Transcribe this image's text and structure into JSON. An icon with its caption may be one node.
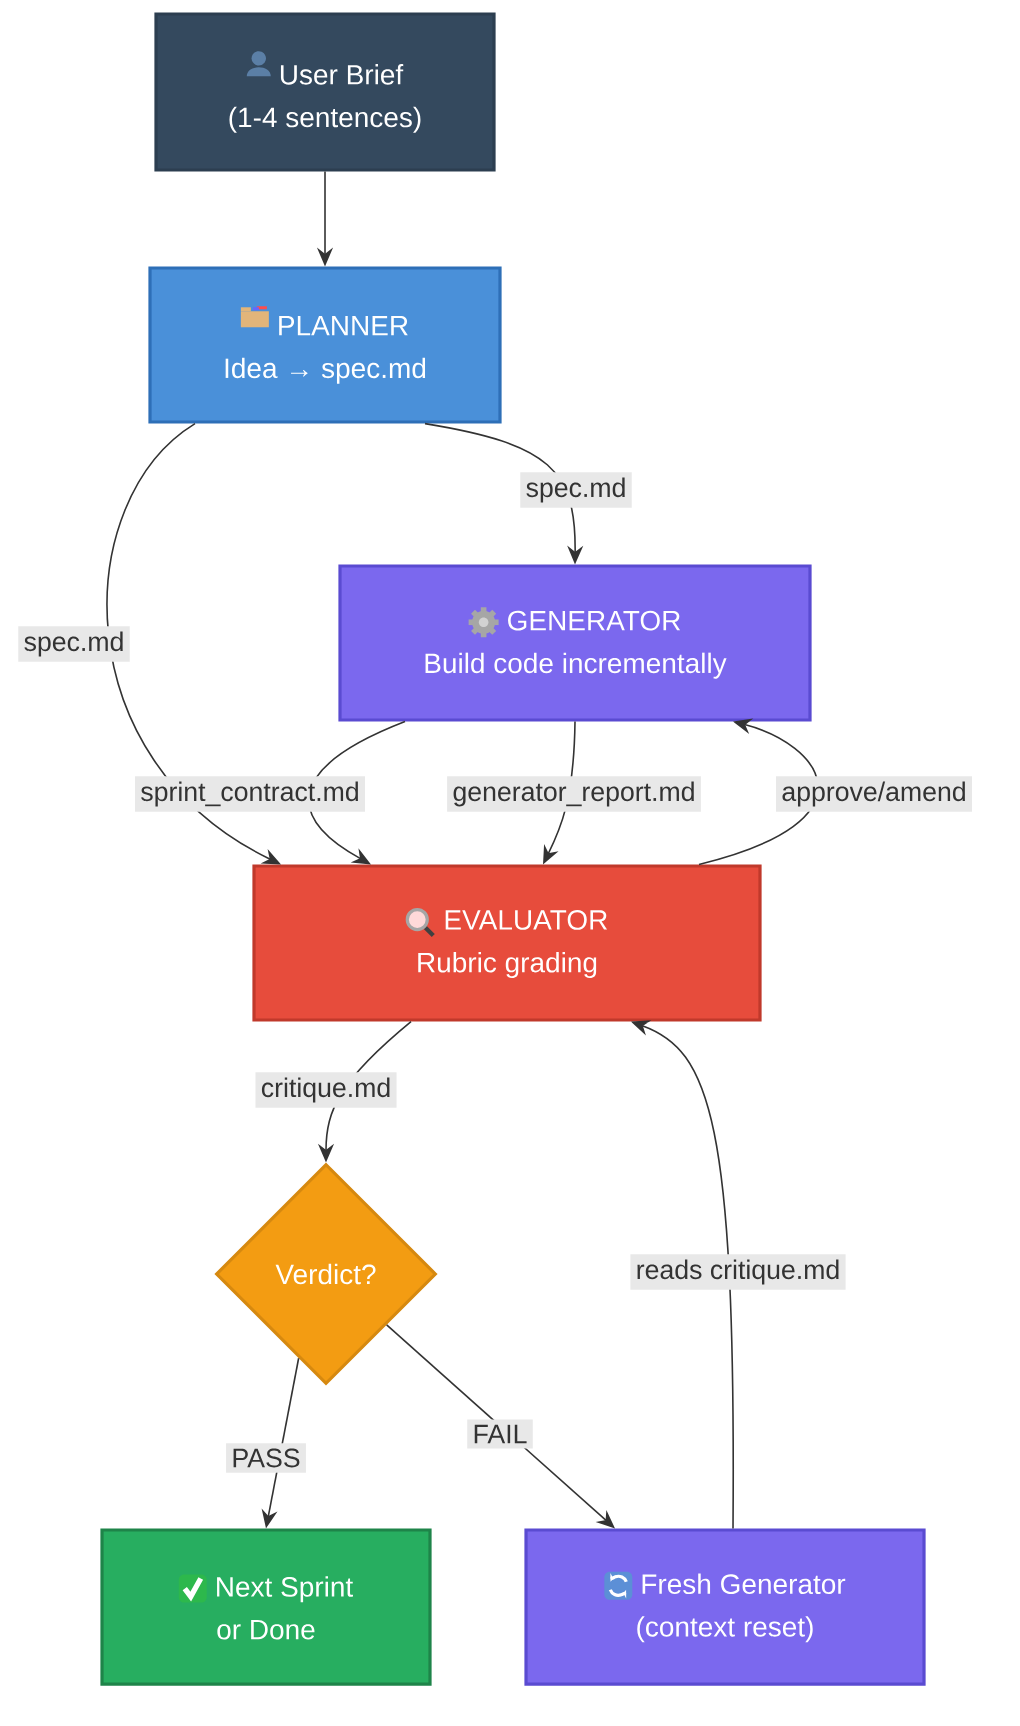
{
  "diagram": {
    "nodes": [
      {
        "text": [
          "User Brief",
          "(1-4 sentences)"
        ]
      },
      {
        "text": [
          "PLANNER",
          "Idea → spec.md"
        ]
      },
      {
        "text": [
          "GENERATOR",
          "Build code incrementally"
        ]
      },
      {
        "text": [
          "EVALUATOR",
          "Rubric grading"
        ]
      },
      {
        "text": [
          "Verdict?"
        ]
      },
      {
        "text": [
          "Next Sprint",
          "or Done"
        ]
      },
      {
        "text": [
          "Fresh Generator",
          "(context reset)"
        ]
      }
    ],
    "edges": [
      {
        "from": 0,
        "to": 1,
        "arrow": "to"
      },
      {
        "from": 1,
        "to": 2,
        "arrow": "to",
        "label": "spec.md"
      },
      {
        "from": 1,
        "to": 3,
        "arrow": "to",
        "label": "spec.md"
      },
      {
        "from": 2,
        "to": 3,
        "arrow": "to",
        "label": "sprint_contract.md"
      },
      {
        "from": 2,
        "to": 3,
        "arrow": "to",
        "label": "generator_report.md"
      },
      {
        "from": 3,
        "to": 2,
        "arrow": "to",
        "label": "approve/amend"
      },
      {
        "from": 3,
        "to": 4,
        "arrow": "to",
        "label": "critique.md"
      },
      {
        "from": 4,
        "to": 5,
        "arrow": "to",
        "label": "PASS"
      },
      {
        "from": 4,
        "to": 6,
        "arrow": "to",
        "label": "FAIL"
      },
      {
        "from": 6,
        "to": 3,
        "arrow": "to",
        "label": "reads critique.md"
      }
    ]
  }
}
